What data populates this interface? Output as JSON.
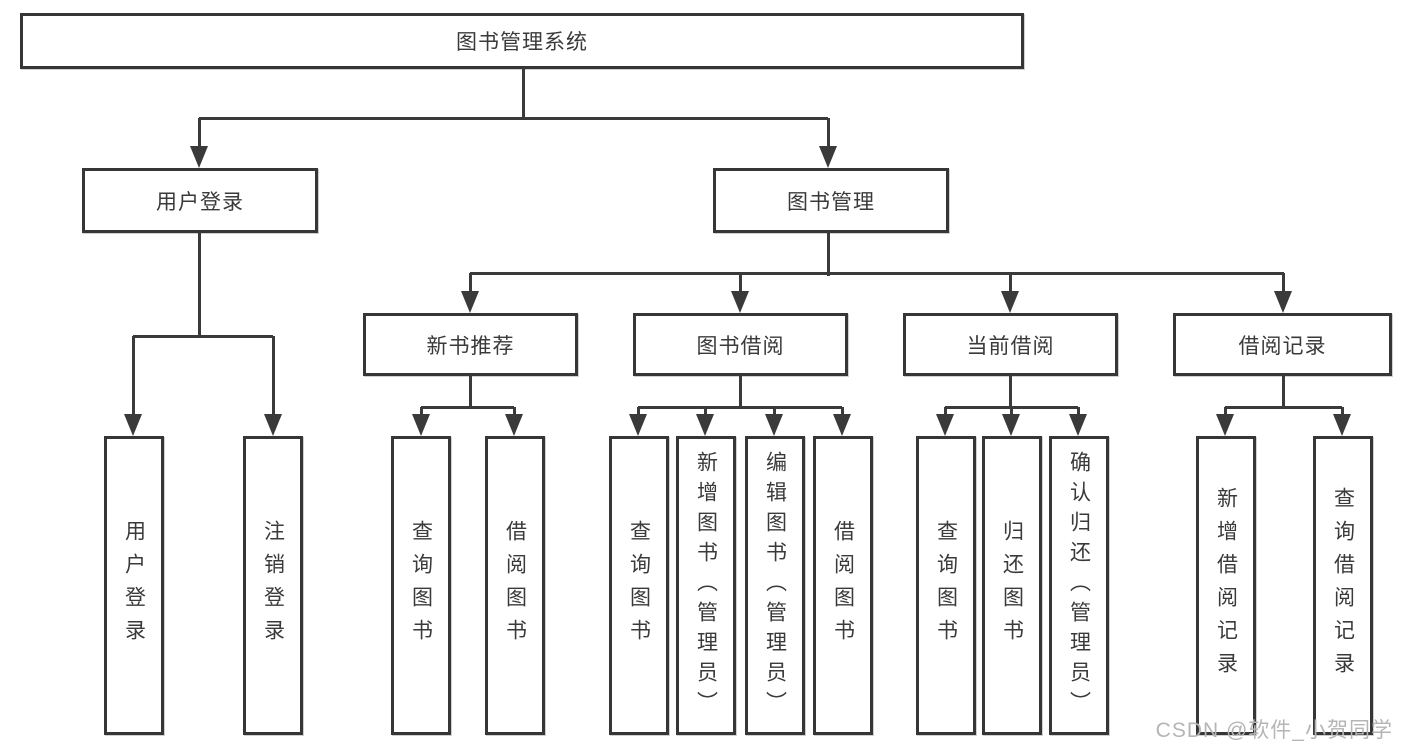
{
  "diagram": {
    "type": "hierarchy",
    "root": {
      "label": "图书管理系统"
    },
    "level2": [
      {
        "label": "用户登录"
      },
      {
        "label": "图书管理"
      }
    ],
    "level3": [
      {
        "label": "新书推荐",
        "parent": "图书管理"
      },
      {
        "label": "图书借阅",
        "parent": "图书管理"
      },
      {
        "label": "当前借阅",
        "parent": "图书管理"
      },
      {
        "label": "借阅记录",
        "parent": "图书管理"
      }
    ],
    "leaves": [
      {
        "label": "用户登录",
        "parent": "用户登录"
      },
      {
        "label": "注销登录",
        "parent": "用户登录"
      },
      {
        "label": "查询图书",
        "parent": "新书推荐"
      },
      {
        "label": "借阅图书",
        "parent": "新书推荐"
      },
      {
        "label": "查询图书",
        "parent": "图书借阅"
      },
      {
        "label": "新增图书（管理员）",
        "parent": "图书借阅"
      },
      {
        "label": "编辑图书（管理员）",
        "parent": "图书借阅"
      },
      {
        "label": "借阅图书",
        "parent": "图书借阅"
      },
      {
        "label": "查询图书",
        "parent": "当前借阅"
      },
      {
        "label": "归还图书",
        "parent": "当前借阅"
      },
      {
        "label": "确认归还（管理员）",
        "parent": "当前借阅"
      },
      {
        "label": "新增借阅记录",
        "parent": "借阅记录"
      },
      {
        "label": "查询借阅记录",
        "parent": "借阅记录"
      }
    ]
  },
  "watermark": "CSDN @软件_小贺同学",
  "colors": {
    "line": "#3a3a3a",
    "border": "#363636",
    "text": "#3a3a3a",
    "watermark": "#b5b5b5",
    "background": "#ffffff"
  }
}
